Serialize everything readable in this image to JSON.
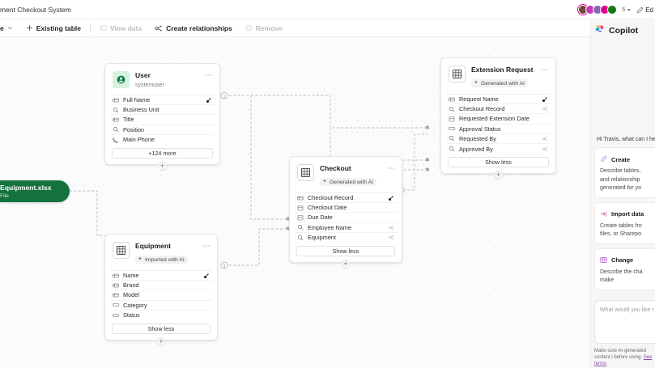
{
  "titlebar": {
    "title": "ment Checkout System",
    "avatars": [
      {
        "name": "avatar-user-1",
        "initial": ""
      },
      {
        "name": "avatar-user-2",
        "initial": ""
      },
      {
        "name": "avatar-user-3",
        "initial": ""
      },
      {
        "name": "avatar-user-4",
        "initial": ""
      },
      {
        "name": "avatar-user-5",
        "initial": ""
      }
    ],
    "avatar_count": "5",
    "edit_label": "Ed"
  },
  "toolbar": {
    "new_table_label": "e",
    "existing_table_label": "Existing table",
    "view_data_label": "View data",
    "create_relationships_label": "Create relationships",
    "remove_label": "Remove"
  },
  "file_pill": {
    "title": "Equipment.xlsx",
    "subtitle": "File"
  },
  "tables": [
    {
      "id": "user",
      "title": "User",
      "subtitle": "systemuser",
      "badge": null,
      "icon": "user-table-icon",
      "fields": [
        {
          "name": "Full Name",
          "type": "text",
          "primary": true,
          "rel": false
        },
        {
          "name": "Business Unit",
          "type": "lookup",
          "primary": false,
          "rel": false
        },
        {
          "name": "Title",
          "type": "text",
          "primary": false,
          "rel": false
        },
        {
          "name": "Position",
          "type": "lookup",
          "primary": false,
          "rel": false
        },
        {
          "name": "Main Phone",
          "type": "phone",
          "primary": false,
          "rel": false
        }
      ],
      "footer_label": "+124 more"
    },
    {
      "id": "extension-request",
      "title": "Extension Request",
      "subtitle": null,
      "badge": "Generated with AI",
      "icon": "table-grid-icon",
      "fields": [
        {
          "name": "Request Name",
          "type": "text",
          "primary": true,
          "rel": false
        },
        {
          "name": "Checkout Record",
          "type": "lookup",
          "primary": false,
          "rel": true
        },
        {
          "name": "Requested Extension Date",
          "type": "date",
          "primary": false,
          "rel": false
        },
        {
          "name": "Approval Status",
          "type": "choice",
          "primary": false,
          "rel": false
        },
        {
          "name": "Requested By",
          "type": "lookup",
          "primary": false,
          "rel": true
        },
        {
          "name": "Approved By",
          "type": "lookup",
          "primary": false,
          "rel": true
        }
      ],
      "footer_label": "Show less"
    },
    {
      "id": "checkout",
      "title": "Checkout",
      "subtitle": null,
      "badge": "Generated with AI",
      "icon": "table-grid-icon",
      "fields": [
        {
          "name": "Checkout Record",
          "type": "text",
          "primary": true,
          "rel": false
        },
        {
          "name": "Checkout Date",
          "type": "date",
          "primary": false,
          "rel": false
        },
        {
          "name": "Due Date",
          "type": "date",
          "primary": false,
          "rel": false
        },
        {
          "name": "Employee Name",
          "type": "lookup",
          "primary": false,
          "rel": true
        },
        {
          "name": "Equipment",
          "type": "lookup",
          "primary": false,
          "rel": true
        }
      ],
      "footer_label": "Show less"
    },
    {
      "id": "equipment",
      "title": "Equipment",
      "subtitle": null,
      "badge": "Imported with AI",
      "icon": "table-grid-icon",
      "fields": [
        {
          "name": "Name",
          "type": "text",
          "primary": true,
          "rel": false
        },
        {
          "name": "Brand",
          "type": "text",
          "primary": false,
          "rel": false
        },
        {
          "name": "Model",
          "type": "text",
          "primary": false,
          "rel": false
        },
        {
          "name": "Category",
          "type": "choice",
          "primary": false,
          "rel": false
        },
        {
          "name": "Status",
          "type": "choice",
          "primary": false,
          "rel": false
        }
      ],
      "footer_label": "Show less"
    }
  ],
  "add_button_label": "+",
  "copilot": {
    "title": "Copilot",
    "greeting": "Hi Travis, what can I he",
    "suggestions": [
      {
        "title": "Create",
        "icon": "create-pencil-icon",
        "desc": [
          "Describe tables,",
          "and relationship",
          "generated for yo"
        ]
      },
      {
        "title": "Import data",
        "icon": "import-arrow-icon",
        "desc": [
          "Create tables fro",
          "files, or Sharepo"
        ]
      },
      {
        "title": "Change",
        "icon": "change-table-icon",
        "desc": [
          "Describe the cha",
          "make"
        ]
      }
    ],
    "input_placeholder": "What would you like t",
    "disclaimer_line1": "Make sure AI-generated content i",
    "disclaimer_line2_prefix": "before using. ",
    "disclaimer_link": "See terms"
  }
}
